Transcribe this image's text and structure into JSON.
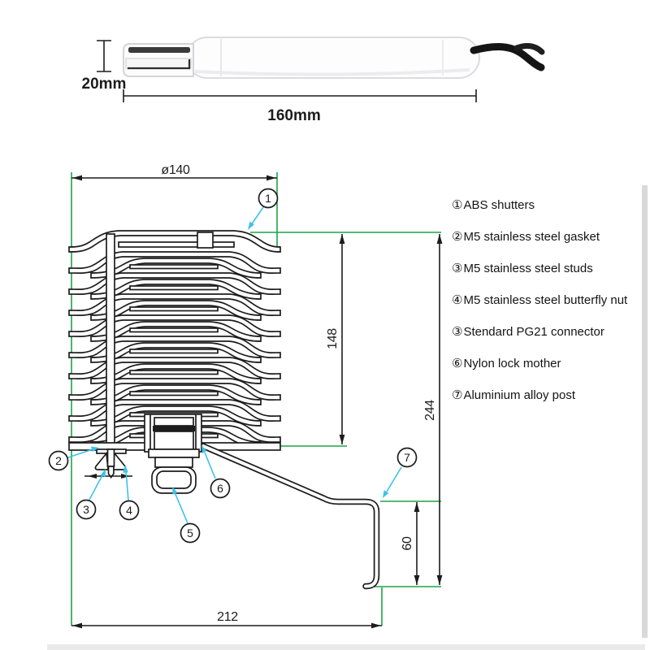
{
  "photo": {
    "height_label": "20mm",
    "length_label": "160mm"
  },
  "drawing": {
    "dim_diameter": "ø140",
    "dim_shield_height": "148",
    "dim_total_height": "244",
    "dim_post_offset": "60",
    "dim_base_width": "212",
    "callouts": [
      "1",
      "2",
      "3",
      "4",
      "5",
      "6",
      "7"
    ]
  },
  "parts_list": {
    "items": [
      {
        "num": "①",
        "label": "ABS shutters"
      },
      {
        "num": "②",
        "label": "M5 stainless steel gasket"
      },
      {
        "num": "③",
        "label": "M5 stainless steel studs"
      },
      {
        "num": "④",
        "label": "M5 stainless steel butterfly nut"
      },
      {
        "num": "③",
        "label": "Stendard PG21 connector"
      },
      {
        "num": "⑥",
        "label": "Nylon lock mother"
      },
      {
        "num": "⑦",
        "label": "Aluminium alloy post"
      }
    ]
  },
  "colors": {
    "extension_green": "#1da34a",
    "leader_cyan": "#3cc3e9",
    "line_black": "#1c1c1c"
  }
}
